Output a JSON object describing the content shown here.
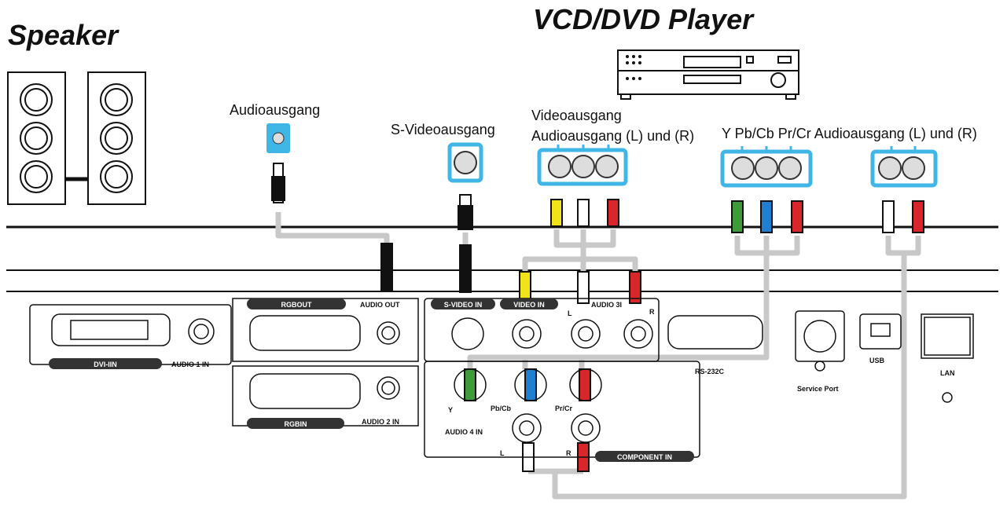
{
  "headings": {
    "speaker": "Speaker",
    "player": "VCD/DVD Player"
  },
  "source_labels": {
    "audio_out": "Audioausgang",
    "svideo_out": "S-Videoausgang",
    "video_audio_line1": "Videoausgang",
    "video_audio_line2": "Audioausgang (L) und (R)",
    "component_audio": "Y Pb/Cb Pr/Cr Audioausgang (L) und (R)"
  },
  "panel_labels": {
    "dvi_in": "DVI-IIN",
    "audio1_in": "AUDIO 1 IN",
    "rgb_out": "RGBOUT",
    "audio_out": "AUDIO OUT",
    "rgb_in": "RGBIN",
    "audio2_in": "AUDIO 2 IN",
    "svideo_in": "S-VIDEO IN",
    "video_in": "VIDEO IN",
    "audio3_in": "AUDIO 3I",
    "l": "L",
    "r": "R",
    "y": "Y",
    "pb_cb": "Pb/Cb",
    "pr_cr": "Pr/Cr",
    "audio4_in": "AUDIO 4 IN",
    "component_in": "COMPONENT IN",
    "rs232c": "RS-232C",
    "service_port": "Service Port",
    "usb": "USB",
    "lan": "LAN"
  },
  "colors": {
    "highlight": "#3fb6e6",
    "cable": "#c8c8c8",
    "yellow": "#f2e21a",
    "red": "#d8262b",
    "green": "#3f9a3a",
    "blue": "#1f7fd0",
    "white": "#ffffff",
    "label_bar": "#333333"
  }
}
